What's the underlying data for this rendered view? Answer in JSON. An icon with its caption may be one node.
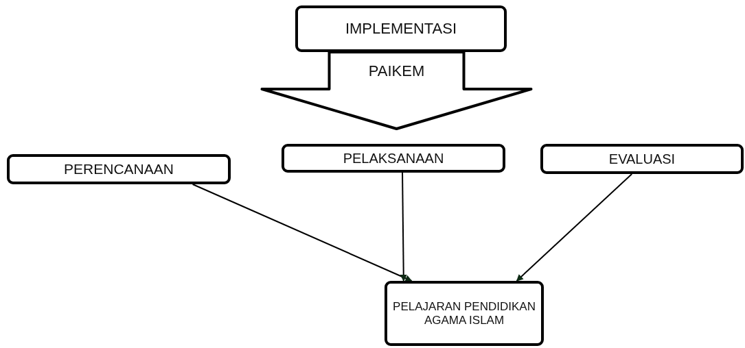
{
  "diagram": {
    "nodes": [
      {
        "text": [
          "IMPLEMENTASI"
        ]
      },
      {
        "text": [
          "PERENCANAAN"
        ]
      },
      {
        "text": [
          "PELAKSANAAN"
        ]
      },
      {
        "text": [
          "EVALUASI"
        ]
      },
      {
        "text": [
          "PELAJARAN PENDIDIKAN AGAMA ISLAM"
        ]
      }
    ],
    "edges": [
      {
        "from": 0,
        "to": 2,
        "arrow": "to",
        "label": "PAIKEM",
        "style": "thick"
      },
      {
        "from": 1,
        "to": 4,
        "arrow": "to"
      },
      {
        "from": 2,
        "to": 4,
        "arrow": "to"
      },
      {
        "from": 3,
        "to": 4,
        "arrow": "to"
      }
    ]
  }
}
